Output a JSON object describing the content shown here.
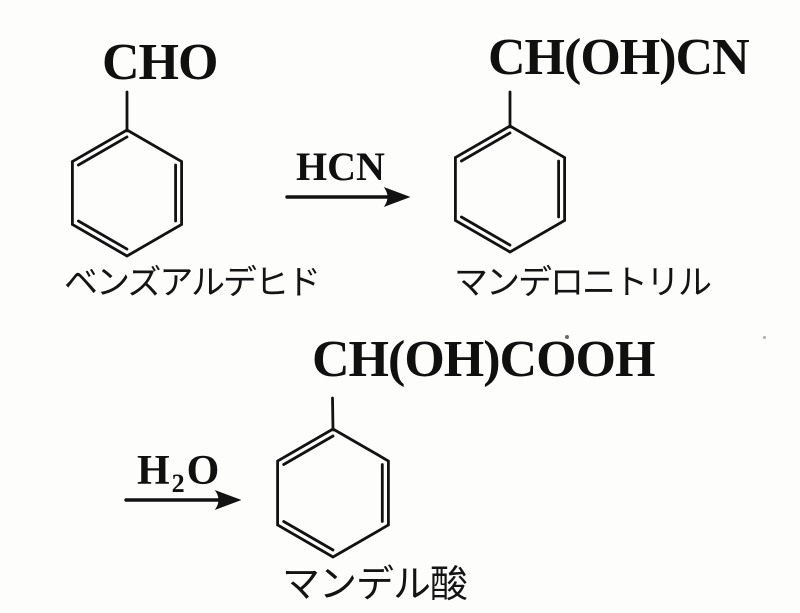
{
  "figure": {
    "title": "Reaction scheme: benzaldehyde to mandelonitrile to mandelic acid",
    "ink_color": "#121212",
    "background_color": "#fdfdfc",
    "compounds": [
      {
        "substituent": "CHO",
        "name_ja": "ベンズアルデヒド"
      },
      {
        "substituent": "CH(OH)CN",
        "name_ja": "マンデロニトリル"
      },
      {
        "substituent": "CH(OH)COOH",
        "name_ja": "マンデル酸"
      }
    ],
    "steps": [
      {
        "reagent": {
          "text": "HCN"
        }
      },
      {
        "reagent": {
          "base": "H",
          "sub": "2",
          "tail": "O"
        }
      }
    ]
  }
}
